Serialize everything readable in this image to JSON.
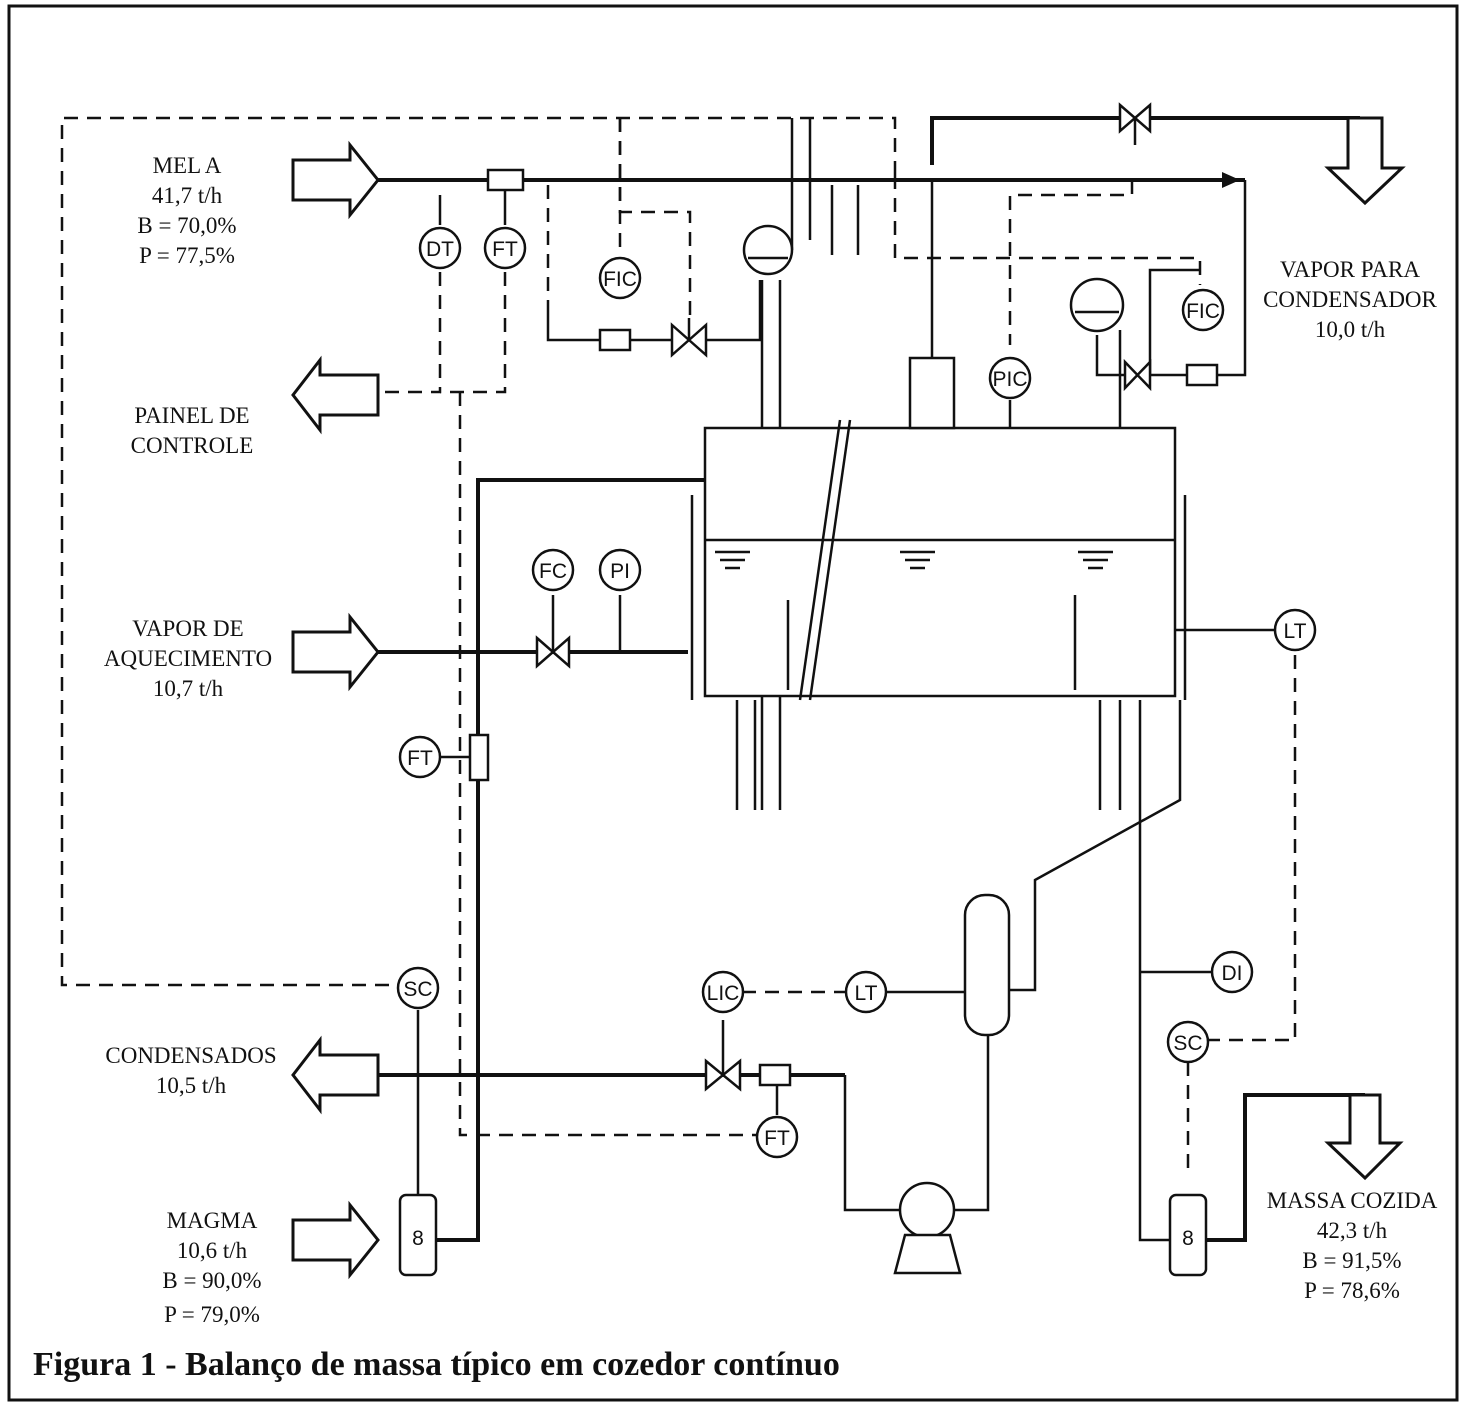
{
  "figure": {
    "caption": "Figura 1 - Balanço de massa típico em cozedor contínuo"
  },
  "streams": {
    "mel_a": {
      "name": "MEL   A",
      "flow": "41,7  t/h",
      "brix": "B = 70,0%",
      "purity": "P = 77,5%"
    },
    "painel": {
      "line1": "PAINEL DE",
      "line2": "CONTROLE"
    },
    "vapor_aquecimento": {
      "line1": "VAPOR DE",
      "line2": "AQUECIMENTO",
      "flow": "10,7 t/h"
    },
    "condensados": {
      "name": "CONDENSADOS",
      "flow": "10,5 t/h"
    },
    "magma": {
      "name": "MAGMA",
      "flow": "10,6 t/h",
      "brix": "B = 90,0%",
      "purity": "P = 79,0%"
    },
    "vapor_condensador": {
      "line1": "VAPOR  PARA",
      "line2": "CONDENSADOR",
      "flow": "10,0 t/h"
    },
    "massa_cozida": {
      "name": "MASSA COZIDA",
      "flow": "42,3 t/h",
      "brix": "B = 91,5%",
      "purity": "P = 78,6%"
    }
  },
  "instruments": {
    "dt": "DT",
    "ft_mel": "FT",
    "fic_left": "FIC",
    "fic_right": "FIC",
    "pic": "PIC",
    "fc": "FC",
    "pi": "PI",
    "ft_vapor": "FT",
    "lt_right": "LT",
    "sc_left": "SC",
    "lic": "LIC",
    "lt_mid": "LT",
    "ft_cond": "FT",
    "di": "DI",
    "sc_right": "SC"
  }
}
